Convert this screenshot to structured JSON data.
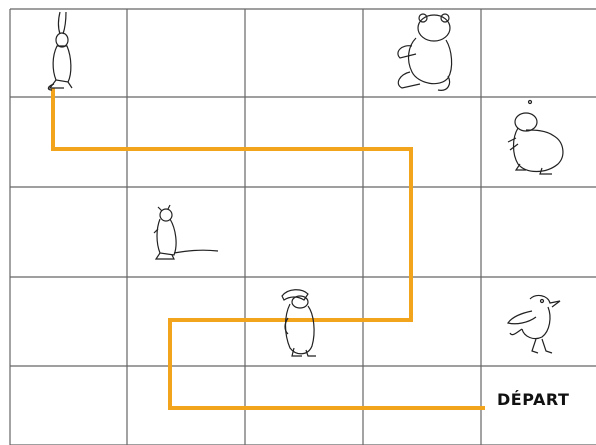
{
  "board": {
    "rows": 5,
    "cols": 5,
    "grid_color": "#666666",
    "path_color": "#f2a51c",
    "start_label": "DÉPART"
  },
  "animals": [
    {
      "name": "hare-icon",
      "row": 0,
      "col": 0
    },
    {
      "name": "bear-icon",
      "row": 0,
      "col": 3
    },
    {
      "name": "marmot-icon",
      "row": 1,
      "col": 4
    },
    {
      "name": "mouse-icon",
      "row": 2,
      "col": 1
    },
    {
      "name": "penguin-icon",
      "row": 3,
      "col": 2
    },
    {
      "name": "bird-icon",
      "row": 3,
      "col": 4
    }
  ]
}
